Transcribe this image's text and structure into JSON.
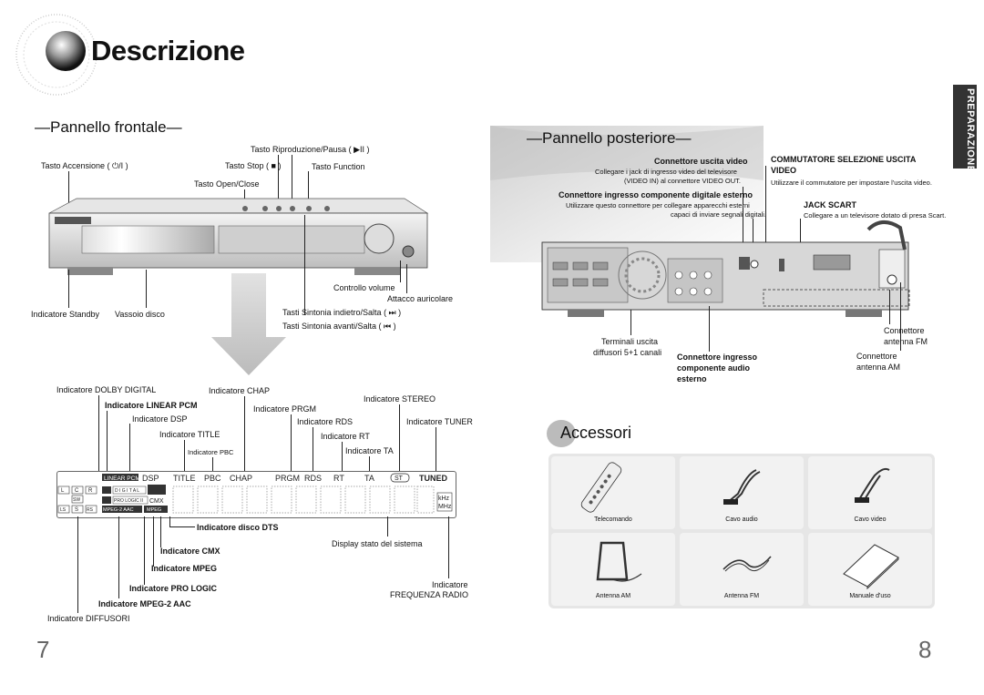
{
  "page_title": "Descrizione",
  "side_tab": "PREPARAZIONE",
  "front": {
    "heading": "Pannello frontale",
    "labels": {
      "play_pause": "Tasto Riproduzione/Pausa ( ▶II )",
      "power": "Tasto Accensione ( ⏻/I )",
      "stop": "Tasto Stop ( ■ )",
      "function": "Tasto Function",
      "open_close": "Tasto Open/Close",
      "volume": "Controllo volume",
      "headphone": "Attacco auricolare",
      "standby": "Indicatore Standby",
      "tray": "Vassoio disco",
      "tune_down": "Tasti Sintonia indietro/Salta ( ⏭ )",
      "tune_up": "Tasti Sintonia avanti/Salta ( ⏮ )"
    }
  },
  "display": {
    "labels": {
      "dolby": "Indicatore DOLBY DIGITAL",
      "chap": "Indicatore CHAP",
      "stereo": "Indicatore STEREO",
      "lpcm": "Indicatore LINEAR PCM",
      "prgm": "Indicatore PRGM",
      "dsp": "Indicatore DSP",
      "rds": "Indicatore RDS",
      "tuner": "Indicatore TUNER",
      "title": "Indicatore TITLE",
      "rt": "Indicatore RT",
      "pbc": "Indicatore PBC",
      "ta": "Indicatore TA",
      "dts": "Indicatore disco DTS",
      "status": "Display stato del sistema",
      "cmx": "Indicatore CMX",
      "mpeg": "Indicatore MPEG",
      "prologic": "Indicatore PRO LOGIC",
      "freq1": "Indicatore",
      "freq2": "FREQUENZA RADIO",
      "mpeg2aac": "Indicatore MPEG-2 AAC",
      "speakers": "Indicatore DIFFUSORI"
    },
    "panel": {
      "top_row": [
        "DSP",
        "TITLE",
        "PBC",
        "CHAP",
        "PRGM",
        "RDS",
        "RT",
        "TA",
        "ST",
        "TUNED"
      ],
      "lpcm": "LINEAR PCM",
      "digital": "D I G I T A L",
      "prologic": "PRO LOGIC II",
      "cmx": "CMX",
      "mpeg2aac": "MPEG-2 AAC",
      "mpeg": "MPEG",
      "khz": "kHz",
      "mhz": "MHz",
      "speakers": [
        "L",
        "C",
        "R",
        "SW",
        "LS",
        "S",
        "RS"
      ]
    }
  },
  "rear": {
    "heading": "Pannello posteriore",
    "video_out_title": "Connettore uscita video",
    "video_out_desc1": "Collegare i jack di ingresso video del televisore",
    "video_out_desc2": "(VIDEO IN) al connettore VIDEO OUT.",
    "component_title": "Connettore ingresso componente digitale esterno",
    "component_desc1": "Utilizzare questo connettore per collegare apparecchi esterni",
    "component_desc2": "capaci di inviare segnali digitali.",
    "switch_title1": "COMMUTATORE SELEZIONE USCITA",
    "switch_title2": "VIDEO",
    "switch_desc": "Utilizzare il commutatore per impostare l'uscita video.",
    "scart_title": "JACK SCART",
    "scart_desc": "Collegare a un televisore dotato di presa Scart.",
    "speakers1": "Terminali uscita",
    "speakers2": "diffusori 5+1 canali",
    "audio_in1": "Connettore ingresso",
    "audio_in2": "componente audio",
    "audio_in3": "esterno",
    "fm1": "Connettore",
    "fm2": "antenna FM",
    "am1": "Connettore",
    "am2": "antenna AM"
  },
  "accessories": {
    "heading": "Accessori",
    "items": [
      "Telecomando",
      "Cavo audio",
      "Cavo video",
      "Antenna AM",
      "Antenna FM",
      "Manuale d'uso"
    ]
  },
  "page_numbers": {
    "left": "7",
    "right": "8"
  }
}
